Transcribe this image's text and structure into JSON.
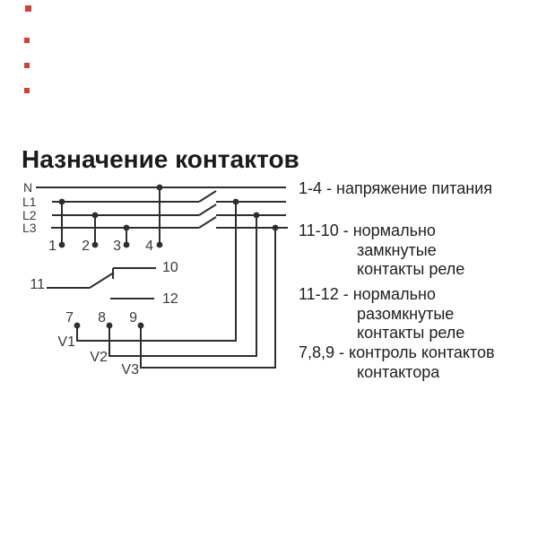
{
  "title": "Назначение контактов",
  "colors": {
    "background": "#ffffff",
    "wire": "#2e2e2e",
    "diagram_label": "#3a3a3a",
    "text": "#1f1f1f",
    "marker_red": "#cf2b20"
  },
  "diagram": {
    "bus_labels": [
      "N",
      "L1",
      "L2",
      "L3"
    ],
    "supply_terminals": [
      "1",
      "2",
      "3",
      "4"
    ],
    "relay_common_label": "11",
    "relay_nc_label": "10",
    "relay_no_label": "12",
    "monitor_terminals": [
      "7",
      "8",
      "9"
    ],
    "monitor_outputs": [
      "V1",
      "V2",
      "V3"
    ]
  },
  "legend": {
    "items": [
      {
        "prefix": "1-4 -",
        "lines": [
          "напряжение питания"
        ]
      },
      {
        "prefix": "11-10 -",
        "lines": [
          "нормально",
          "замкнутые",
          "контакты реле"
        ]
      },
      {
        "prefix": "11-12 -",
        "lines": [
          "нормально",
          "разомкнутые",
          "контакты реле"
        ]
      },
      {
        "prefix": "7,8,9 -",
        "lines": [
          "контроль контактов",
          "контактора"
        ]
      }
    ]
  }
}
